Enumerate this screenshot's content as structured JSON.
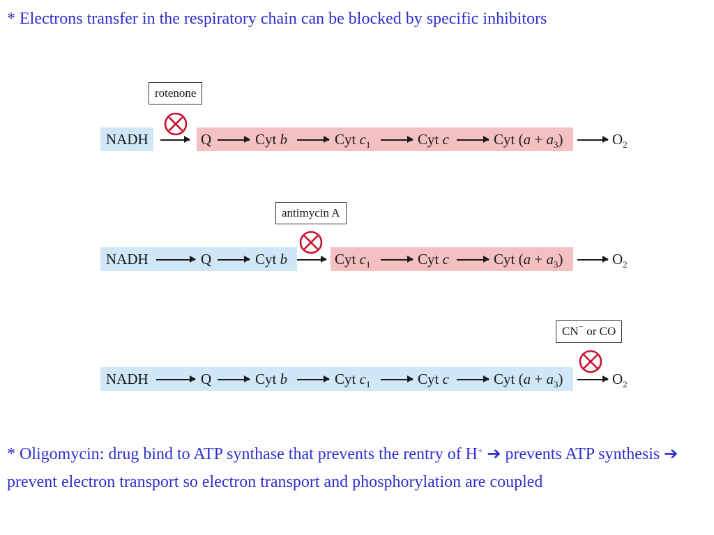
{
  "top_note": "* Electrons transfer in the respiratory chain can be blocked by specific inhibitors",
  "diagram": {
    "tokens": {
      "nadh": "NADH",
      "q": "Q",
      "cyt_b_prefix": "Cyt ",
      "cyt_b_var": "b",
      "cyt_c1_prefix": "Cyt ",
      "cyt_c1_var": "c",
      "cyt_c1_sub": "1",
      "cyt_c_prefix": "Cyt ",
      "cyt_c_var": "c",
      "cyt_a_prefix": "Cyt (",
      "cyt_a_var1": "a",
      "cyt_a_mid": " + ",
      "cyt_a_var2": "a",
      "cyt_a_sub": "3",
      "cyt_a_suffix": ")",
      "o2": "O",
      "o2_sub": "2"
    },
    "rows": [
      {
        "inhibitor": "rotenone"
      },
      {
        "inhibitor": "antimycin A"
      },
      {
        "inhibitor_prefix": "CN",
        "inhibitor_sup": "−",
        "inhibitor_suffix": " or CO"
      }
    ],
    "colors": {
      "uninhibited": "#cfe7f6",
      "inhibited": "#f4c0c2",
      "block_symbol": "#c8102e"
    },
    "block_icon": "blocked-circle-x-icon"
  },
  "bottom_note": {
    "part1": "* Oligomycin: drug bind to ATP synthase that prevents the rentry of H",
    "sup": "+",
    "arrow1": " ➔ ",
    "part2": "prevents ATP synthesis",
    "arrow2": " ➔ ",
    "part3": "prevent electron transport so electron transport and phosphorylation are coupled"
  }
}
